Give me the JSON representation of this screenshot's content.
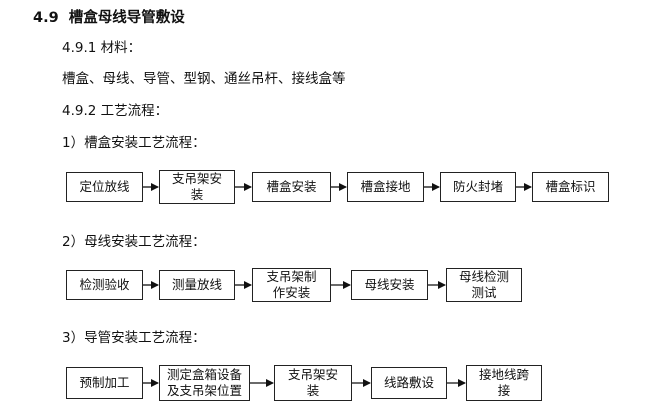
{
  "section": {
    "number": "4.9",
    "title": "槽盒母线导管敷设"
  },
  "sub1": {
    "number": "4.9.1",
    "title": "材料："
  },
  "materials": "槽盒、母线、导管、型钢、通丝吊杆、接线盒等",
  "sub2": {
    "number": "4.9.2",
    "title": "工艺流程："
  },
  "flows": [
    {
      "label": "1）槽盒安装工艺流程：",
      "steps": [
        {
          "lines": [
            "定位放线"
          ]
        },
        {
          "lines": [
            "支吊架安",
            "装"
          ]
        },
        {
          "lines": [
            "槽盒安装"
          ]
        },
        {
          "lines": [
            "槽盒接地"
          ]
        },
        {
          "lines": [
            "防火封堵"
          ]
        },
        {
          "lines": [
            "槽盒标识"
          ]
        }
      ]
    },
    {
      "label": "2）母线安装工艺流程：",
      "steps": [
        {
          "lines": [
            "检测验收"
          ]
        },
        {
          "lines": [
            "测量放线"
          ]
        },
        {
          "lines": [
            "支吊架制",
            "作安装"
          ]
        },
        {
          "lines": [
            "母线安装"
          ]
        },
        {
          "lines": [
            "母线检测",
            "测试"
          ]
        }
      ]
    },
    {
      "label": "3）导管安装工艺流程：",
      "steps": [
        {
          "lines": [
            "预制加工"
          ]
        },
        {
          "lines": [
            "测定盒箱设备",
            "及支吊架位置"
          ]
        },
        {
          "lines": [
            "支吊架安",
            "装"
          ]
        },
        {
          "lines": [
            "线路敷设"
          ]
        },
        {
          "lines": [
            "接地线跨",
            "接"
          ]
        }
      ]
    }
  ]
}
